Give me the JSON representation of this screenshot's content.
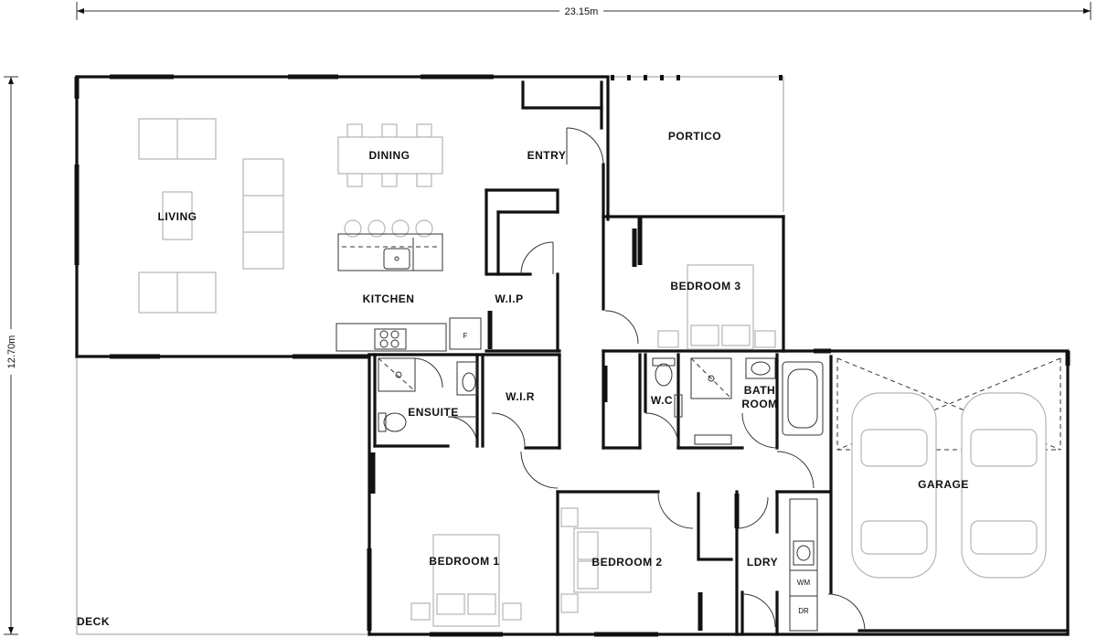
{
  "dimensions": {
    "width": "23.15m",
    "height": "12.70m"
  },
  "rooms": {
    "living": "LIVING",
    "dining": "DINING",
    "entry": "ENTRY",
    "portico": "PORTICO",
    "kitchen": "KITCHEN",
    "wip": "W.I.P",
    "bedroom3": "BEDROOM 3",
    "ensuite": "ENSUITE",
    "wir": "W.I.R",
    "wc": "W.C",
    "bath_line1": "BATH",
    "bath_line2": "ROOM",
    "garage": "GARAGE",
    "bedroom1": "BEDROOM 1",
    "bedroom2": "BEDROOM 2",
    "ldry": "LDRY",
    "deck": "DECK"
  },
  "appliances": {
    "fridge": "F",
    "washer": "WM",
    "dryer": "DR"
  }
}
